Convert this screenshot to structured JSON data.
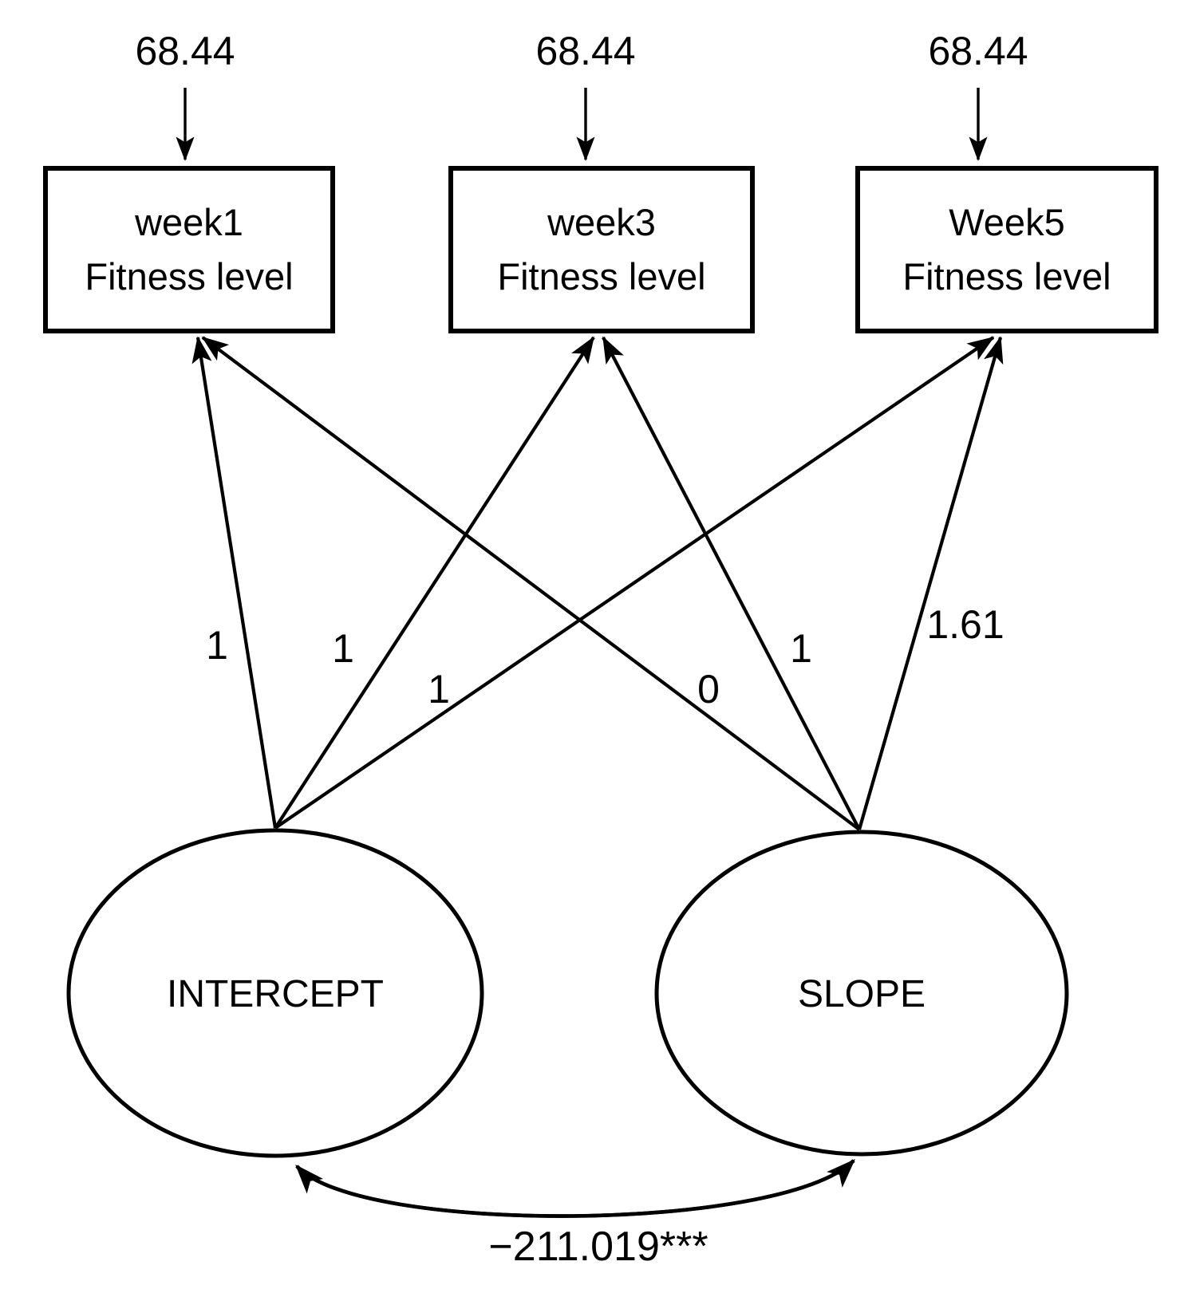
{
  "diagram": {
    "type": "latent-growth-curve-sem-path-diagram",
    "title": "Latent growth curve model of fitness level",
    "observed_variables": [
      {
        "id": "week1",
        "line1": "week1",
        "line2": "Fitness level",
        "residual_variance": "68.44"
      },
      {
        "id": "week3",
        "line1": "week3",
        "line2": "Fitness level",
        "residual_variance": "68.44"
      },
      {
        "id": "week5",
        "line1": "Week5",
        "line2": "Fitness level",
        "residual_variance": "68.44"
      }
    ],
    "latent_variables": [
      {
        "id": "intercept",
        "label": "INTERCEPT"
      },
      {
        "id": "slope",
        "label": "SLOPE"
      }
    ],
    "loadings": [
      {
        "from": "INTERCEPT",
        "to": "week1",
        "value": "1"
      },
      {
        "from": "INTERCEPT",
        "to": "week3",
        "value": "1"
      },
      {
        "from": "INTERCEPT",
        "to": "Week5",
        "value": "1"
      },
      {
        "from": "SLOPE",
        "to": "week1",
        "value": "0"
      },
      {
        "from": "SLOPE",
        "to": "week3",
        "value": "1"
      },
      {
        "from": "SLOPE",
        "to": "Week5",
        "value": "1.61"
      }
    ],
    "covariance": {
      "between": "INTERCEPT <-> SLOPE",
      "value": "−211.019***",
      "significance": "***"
    },
    "colors": {
      "stroke": "#000000",
      "fill": "#ffffff",
      "text": "#000000"
    }
  },
  "chart_data": {
    "type": "diagram",
    "title": "Latent growth curve model of fitness level",
    "nodes": [
      {
        "name": "week1 Fitness level",
        "kind": "observed"
      },
      {
        "name": "week3 Fitness level",
        "kind": "observed"
      },
      {
        "name": "Week5 Fitness level",
        "kind": "observed"
      },
      {
        "name": "INTERCEPT",
        "kind": "latent"
      },
      {
        "name": "SLOPE",
        "kind": "latent"
      }
    ],
    "edges": [
      {
        "from": "INTERCEPT",
        "to": "week1 Fitness level",
        "label": "1",
        "style": "directed"
      },
      {
        "from": "INTERCEPT",
        "to": "week3 Fitness level",
        "label": "1",
        "style": "directed"
      },
      {
        "from": "INTERCEPT",
        "to": "Week5 Fitness level",
        "label": "1",
        "style": "directed"
      },
      {
        "from": "SLOPE",
        "to": "week1 Fitness level",
        "label": "0",
        "style": "directed"
      },
      {
        "from": "SLOPE",
        "to": "week3 Fitness level",
        "label": "1",
        "style": "directed"
      },
      {
        "from": "SLOPE",
        "to": "Week5 Fitness level",
        "label": "1.61",
        "style": "directed"
      },
      {
        "from": "residual",
        "to": "week1 Fitness level",
        "label": "68.44",
        "style": "directed"
      },
      {
        "from": "residual",
        "to": "week3 Fitness level",
        "label": "68.44",
        "style": "directed"
      },
      {
        "from": "residual",
        "to": "Week5 Fitness level",
        "label": "68.44",
        "style": "directed"
      },
      {
        "from": "INTERCEPT",
        "to": "SLOPE",
        "label": "−211.019***",
        "style": "bidirectional-curved"
      }
    ]
  },
  "labels": {
    "resid1": "68.44",
    "resid2": "68.44",
    "resid3": "68.44",
    "box1_l1": "week1",
    "box1_l2": "Fitness level",
    "box2_l1": "week3",
    "box2_l2": "Fitness level",
    "box3_l1": "Week5",
    "box3_l2": "Fitness level",
    "intercept": "INTERCEPT",
    "slope": "SLOPE",
    "load_i1": "1",
    "load_i2": "1",
    "load_i3": "1",
    "load_s1": "0",
    "load_s2": "1",
    "load_s3": "1.61",
    "covariance": "−211.019***"
  }
}
